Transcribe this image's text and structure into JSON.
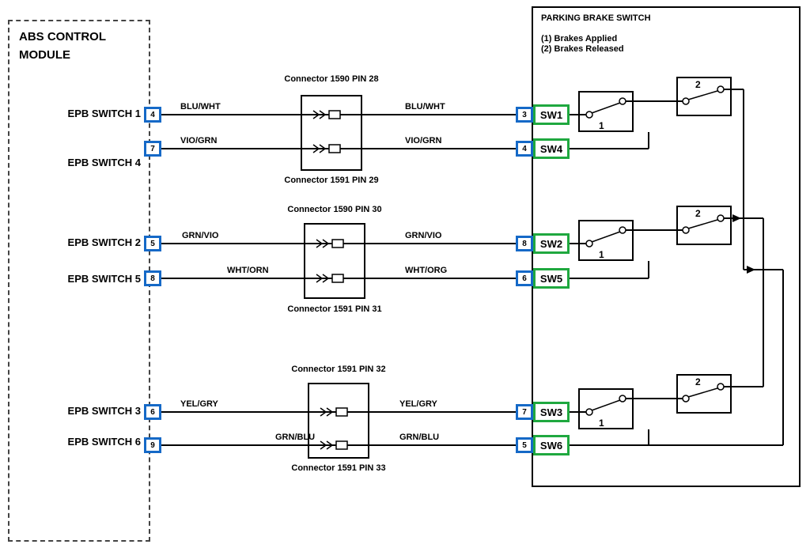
{
  "abs_module": {
    "title": "ABS CONTROL MODULE",
    "pins": [
      "4",
      "7",
      "5",
      "8",
      "6",
      "9"
    ],
    "switch_labels": [
      "EPB SWITCH 1",
      "EPB SWITCH 4",
      "EPB SWITCH 2",
      "EPB SWITCH 5",
      "EPB SWITCH 3",
      "EPB SWITCH 6"
    ]
  },
  "connectors": [
    {
      "top": "Connector 1590 PIN 28",
      "bottom": "Connector 1591 PIN 29"
    },
    {
      "top": "Connector 1590 PIN 30",
      "bottom": "Connector 1591 PIN 31"
    },
    {
      "top": "Connector 1591 PIN 32",
      "bottom": "Connector 1591 PIN 33"
    }
  ],
  "wires": [
    {
      "left": "BLU/WHT",
      "right": "BLU/WHT"
    },
    {
      "left": "VIO/GRN",
      "right": "VIO/GRN"
    },
    {
      "left": "GRN/VIO",
      "right": "GRN/VIO"
    },
    {
      "left": "WHT/ORN",
      "right": "WHT/ORG"
    },
    {
      "left": "YEL/GRY",
      "right": "YEL/GRY"
    },
    {
      "left": "GRN/BLU",
      "right": "GRN/BLU"
    }
  ],
  "parking_brake": {
    "title": "PARKING BRAKE SWITCH",
    "note_applied": "(1) Brakes Applied",
    "note_released": "(2) Brakes Released",
    "pins": [
      "3",
      "4",
      "8",
      "6",
      "7",
      "5"
    ],
    "switches": [
      "SW1",
      "SW4",
      "SW2",
      "SW5",
      "SW3",
      "SW6"
    ],
    "pos_applied": "1",
    "pos_released": "2"
  },
  "colors": {
    "pin_border_blue": "#1569c7",
    "switch_border_green": "#1fa83f",
    "wire_black": "#000000"
  }
}
